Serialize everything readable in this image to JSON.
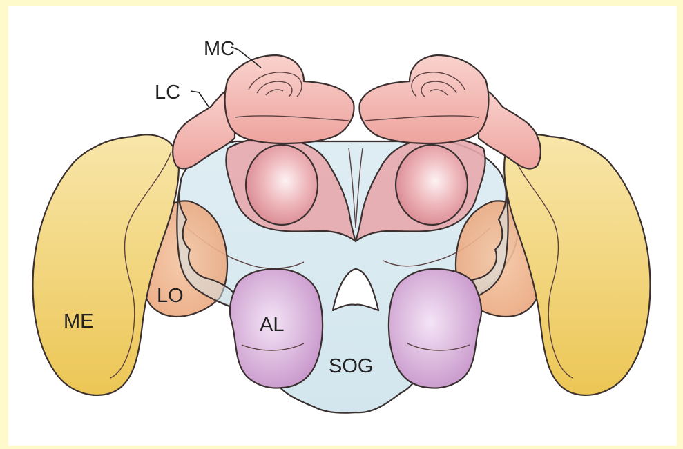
{
  "labels": {
    "mc": "MC",
    "lc": "LC",
    "lo": "LO",
    "me": "ME",
    "al": "AL",
    "sog": "SOG"
  },
  "colors": {
    "background_border": "#fefacb",
    "central_brain": "#d3e6ee",
    "medulla": "#f0cd6e",
    "lobula": "#ecae86",
    "calyx": "#f2b6b0",
    "lateral_horn": "#e9a3a8",
    "antennal_lobe": "#d4a9d6"
  }
}
